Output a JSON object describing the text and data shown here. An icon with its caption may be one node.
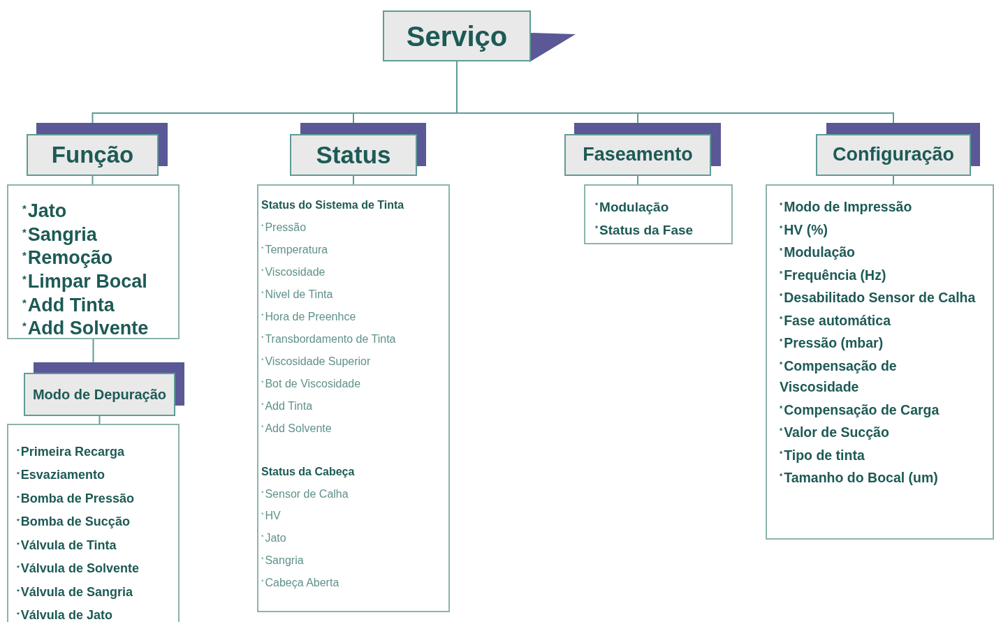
{
  "diagram": {
    "nodes": [
      {
        "text": [
          "Serviço"
        ]
      },
      {
        "text": [
          "Função"
        ]
      },
      {
        "text": [
          "Status"
        ]
      },
      {
        "text": [
          "Faseamento"
        ]
      },
      {
        "text": [
          "Configuração"
        ]
      },
      {
        "text": [
          "$^{*}$Jato",
          "$^{*}$Sangria",
          "$^{*}$Remoção",
          "$^{*}$Limpar Bocal",
          "$^{*}$Add Tinta",
          "$^{*}$Add Solvente"
        ]
      },
      {
        "text": [
          "Modo de Depuração"
        ]
      },
      {
        "text": [
          "$^{*}$Primeira Recarga",
          "$^{*}$Esvaziamento",
          "$^{*}$Bomba de Pressão",
          "$^{*}$Bomba de Sucção",
          "$^{*}$Válvula de Tinta",
          "$^{*}$Válvula de Solvente",
          "$^{*}$Válvula de Sangria",
          "$^{*}$Válvula de Jato"
        ]
      },
      {
        "text": [
          "Status do Sistema de Tinta",
          "$^{*}$Pressão",
          "$^{*}$Temperatura",
          "$^{*}$Viscosidade",
          "$^{*}$Nivel de Tinta",
          "$^{*}$Hora de Preenhce",
          "$^{*}$Transbordamento de Tinta",
          "$^{*}$Viscosidade Superior",
          "$^{*}$Bot de Viscosidade",
          "$^{*}$Add Tinta",
          "$^{*}$Add Solvente",
          "Status da Cabeça",
          "$^{*}$Sensor de Calha",
          "$^{*}$HV",
          "$^{*}$Jato",
          "$^{*}$Sangria",
          "$^{*}$Cabeça Aberta"
        ]
      },
      {
        "text": [
          "$^{*}$Modulação",
          "$^{*}$Status da Fase"
        ]
      },
      {
        "text": [
          "$^{*}$Modo de Impressão",
          "$^{*}$HV (%)",
          "$^{*}$Modulação",
          "$^{*}$Frequência (Hz)",
          "$^{*}$Desabilitado Sensor de Calha",
          "$^{*}$Fase automática",
          "$^{*}$Pressão (mbar)",
          "$^{*}$Compensação de Viscosidade",
          "$^{*}$Compensação de Carga",
          "$^{*}$Valor de Sucção",
          "$^{*}$Tipo de tinta",
          "$^{*}$Tamanho do Bocal (um)"
        ]
      }
    ],
    "edges": [
      {
        "from": 0,
        "to": 1,
        "arrow": "none"
      },
      {
        "from": 0,
        "to": 2,
        "arrow": "none"
      },
      {
        "from": 0,
        "to": 3,
        "arrow": "none"
      },
      {
        "from": 0,
        "to": 4,
        "arrow": "none"
      },
      {
        "from": 1,
        "to": 5,
        "arrow": "none"
      },
      {
        "from": 5,
        "to": 6,
        "arrow": "none"
      },
      {
        "from": 6,
        "to": 7,
        "arrow": "none"
      },
      {
        "from": 2,
        "to": 8,
        "arrow": "none"
      },
      {
        "from": 3,
        "to": 9,
        "arrow": "none"
      },
      {
        "from": 4,
        "to": 10,
        "arrow": "none"
      }
    ]
  }
}
